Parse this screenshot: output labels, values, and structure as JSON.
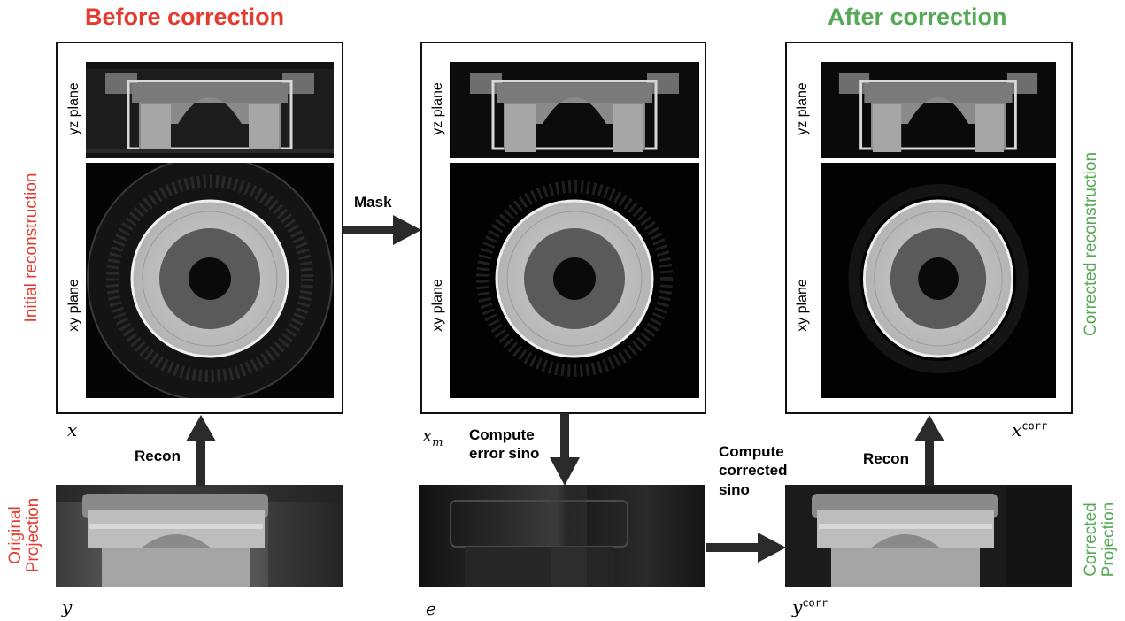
{
  "headings": {
    "before": "Before correction",
    "after": "After correction"
  },
  "colors": {
    "before": "#e33b2f",
    "after": "#56a955",
    "frame": "#111111",
    "arrow": "#2a2a2a"
  },
  "panels": {
    "yz_label": "yz plane",
    "xy_label": "xy plane"
  },
  "side_labels": {
    "initial_reconstruction": "Initial reconstruction",
    "corrected_reconstruction": "Corrected reconstruction",
    "original_projection_line1": "Original",
    "original_projection_line2": "Projection",
    "corrected_projection_line1": "Corrected",
    "corrected_projection_line2": "Projection"
  },
  "symbols": {
    "x": "x",
    "x_m_base": "x",
    "x_m_sub": "m",
    "x_corr_base": "x",
    "x_corr_sup": "corr",
    "y": "y",
    "e": "e",
    "y_corr_base": "y",
    "y_corr_sup": "corr"
  },
  "steps": {
    "mask": "Mask",
    "recon_left": "Recon",
    "recon_right": "Recon",
    "compute_error_line1": "Compute",
    "compute_error_line2": "error sino",
    "compute_corrected_line1": "Compute",
    "compute_corrected_line2": "corrected",
    "compute_corrected_line3": "sino"
  },
  "icons": {
    "arrows": "block-arrow-icon"
  }
}
